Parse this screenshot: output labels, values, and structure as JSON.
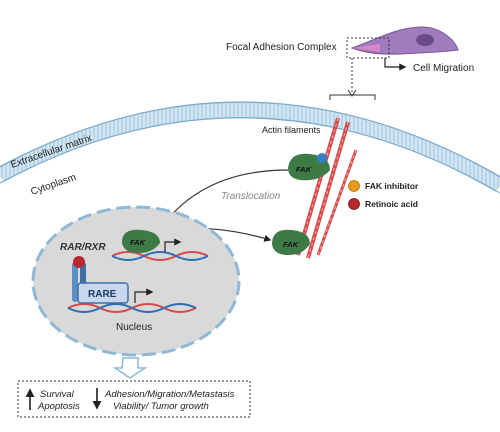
{
  "labels": {
    "focal_adhesion": "Focal Adhesion Complex",
    "cell_migration": "Cell Migration",
    "actin_filaments": "Actin filaments",
    "extracellular_matrix": "Extracellular matrix",
    "cytoplasm": "Cytoplasm",
    "translocation": "Translocation",
    "fak": "FAK",
    "fak_inhibitor": "FAK inhibitor",
    "retinoic_acid": "Retinoic acid",
    "rar_rxr": "RAR/RXR",
    "rare": "RARE",
    "nucleus": "Nucleus"
  },
  "outcomes": {
    "up_line1": "Survival",
    "up_line2": "Apoptosis",
    "down_line1": "Adhesion/Migration/Metastasis",
    "down_line2": "Viability/ Tumor growth"
  },
  "colors": {
    "fak_green": "#3e7a46",
    "membrane": "#b9d5ea",
    "actin": "#d84b4b",
    "inhibitor_orange": "#e89a1e",
    "retinoic_red": "#b5282b",
    "cell_purple": "#a07bbd",
    "receptor_blue": "#5b8fc5"
  }
}
